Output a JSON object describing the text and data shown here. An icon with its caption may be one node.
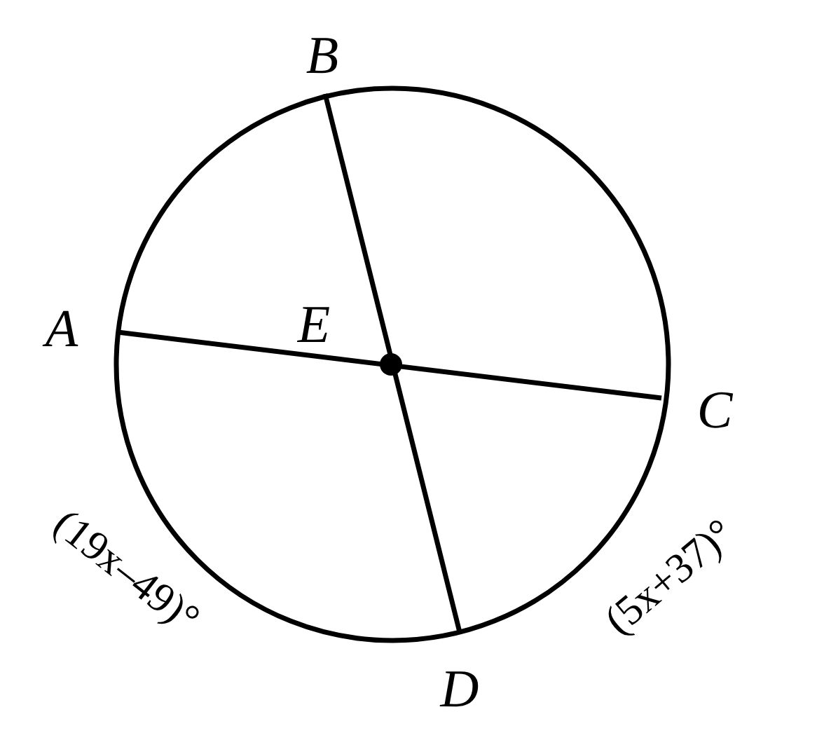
{
  "diagram": {
    "labels": [
      "B",
      "A",
      "E",
      "C",
      "D",
      "(19x–49)°",
      "(5x+37)°"
    ]
  }
}
